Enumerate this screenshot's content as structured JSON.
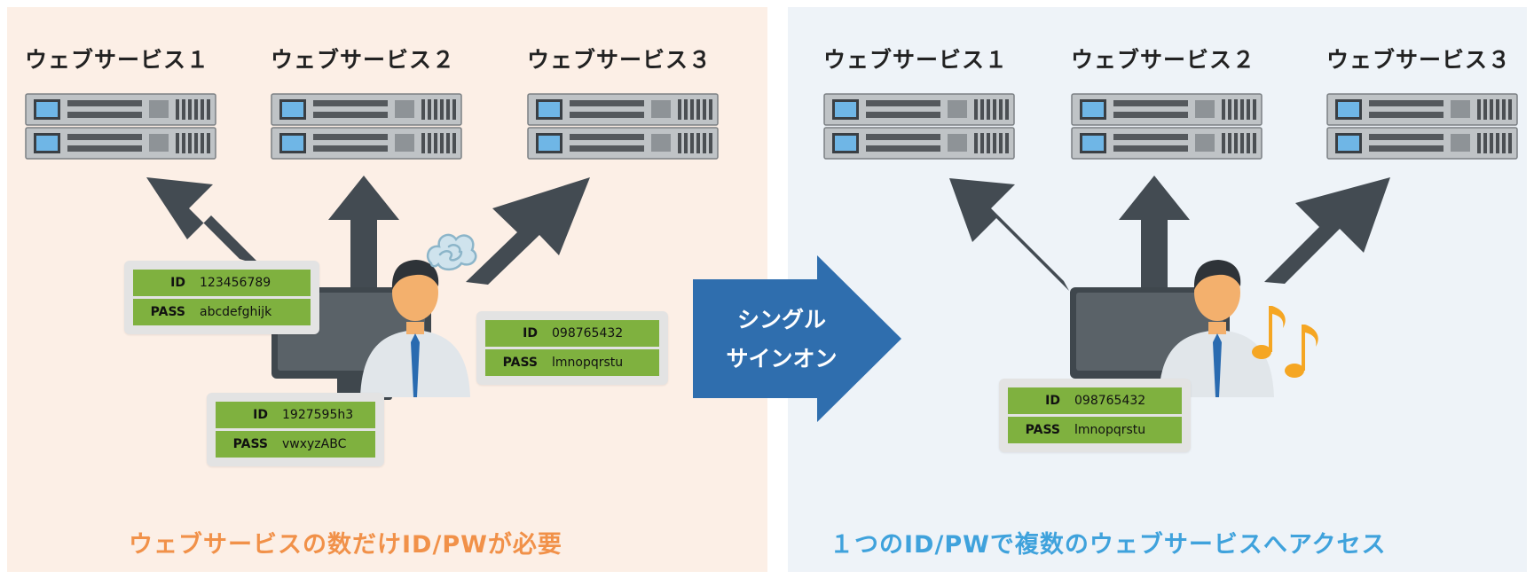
{
  "left": {
    "services": [
      "ウェブサービス１",
      "ウェブサービス２",
      "ウェブサービス３"
    ],
    "credentials": [
      {
        "id_label": "ID",
        "id_value": "123456789",
        "pass_label": "PASS",
        "pass_value": "abcdefghijk"
      },
      {
        "id_label": "ID",
        "id_value": "098765432",
        "pass_label": "PASS",
        "pass_value": "lmnopqrstu"
      },
      {
        "id_label": "ID",
        "id_value": "1927595h3",
        "pass_label": "PASS",
        "pass_value": "vwxyzABC"
      }
    ],
    "caption": "ウェブサービスの数だけID/PWが必要"
  },
  "transition": {
    "label_line1": "シングル",
    "label_line2": "サインオン"
  },
  "right": {
    "services": [
      "ウェブサービス１",
      "ウェブサービス２",
      "ウェブサービス３"
    ],
    "credential": {
      "id_label": "ID",
      "id_value": "098765432",
      "pass_label": "PASS",
      "pass_value": "lmnopqrstu"
    },
    "caption": "１つのID/PWで複数のウェブサービスへアクセス"
  },
  "colors": {
    "left_bg": "#fcefe6",
    "right_bg": "#eef3f8",
    "left_caption": "#f19149",
    "right_caption": "#3fa2dc",
    "arrow": "#434b52",
    "sso_arrow": "#2f6eae",
    "cred_green": "#7fb13f",
    "note": "#f5a623"
  },
  "icons": [
    "server-icon",
    "monitor-icon",
    "person-icon",
    "confused-cloud-icon",
    "music-note-icon"
  ]
}
